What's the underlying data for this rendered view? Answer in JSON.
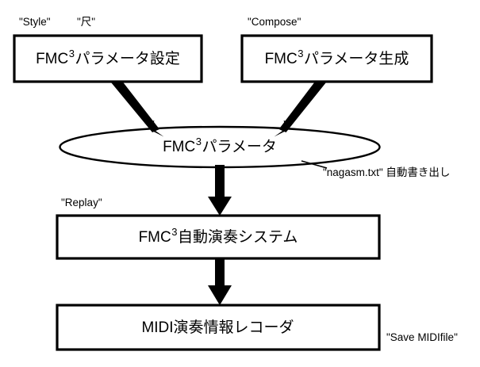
{
  "diagram": {
    "title": "FMC3 system flow diagram",
    "background_color": "#ffffff",
    "stroke_color": "#000000",
    "nodes": [
      {
        "id": "fmc3-parameter-settings",
        "shape": "rectangle",
        "text_prefix": "FMC",
        "text_superscript": "3",
        "text_suffix": "パラメータ設定",
        "full_text": "FMC3パラメータ設定"
      },
      {
        "id": "fmc3-parameter-generation",
        "shape": "rectangle",
        "text_prefix": "FMC",
        "text_superscript": "3",
        "text_suffix": "パラメータ生成",
        "full_text": "FMC3パラメータ生成"
      },
      {
        "id": "fmc3-parameter",
        "shape": "ellipse",
        "text_prefix": "FMC",
        "text_superscript": "3",
        "text_suffix": "パラメータ",
        "full_text": "FMC3パラメータ"
      },
      {
        "id": "fmc3-auto-performance-system",
        "shape": "rectangle",
        "text_prefix": "FMC",
        "text_superscript": "3",
        "text_suffix": "自動演奏システム",
        "full_text": "FMC3自動演奏システム"
      },
      {
        "id": "midi-performance-recorder",
        "shape": "rectangle",
        "text_prefix": "MIDI演奏情報レコーダ",
        "text_superscript": "",
        "text_suffix": "",
        "full_text": "MIDI演奏情報レコーダ"
      }
    ],
    "annotations": {
      "style": "\"Style\"",
      "shaku": "\"尺\"",
      "compose": "\"Compose\"",
      "nagasm_file": "\"nagasm.txt\" 自動書き出し",
      "replay": "\"Replay\"",
      "save_midifile": "\"Save MIDIfile\""
    },
    "edges": [
      {
        "id": "edge-settings-to-parameter",
        "from": "fmc3-parameter-settings",
        "to": "fmc3-parameter",
        "style": "diagonal-thick-arrow"
      },
      {
        "id": "edge-generation-to-parameter",
        "from": "fmc3-parameter-generation",
        "to": "fmc3-parameter",
        "style": "diagonal-thick-arrow"
      },
      {
        "id": "edge-parameter-to-system",
        "from": "fmc3-parameter",
        "to": "fmc3-auto-performance-system",
        "style": "vertical-thick-arrow"
      },
      {
        "id": "edge-system-to-recorder",
        "from": "fmc3-auto-performance-system",
        "to": "midi-performance-recorder",
        "style": "vertical-thick-arrow"
      }
    ]
  }
}
